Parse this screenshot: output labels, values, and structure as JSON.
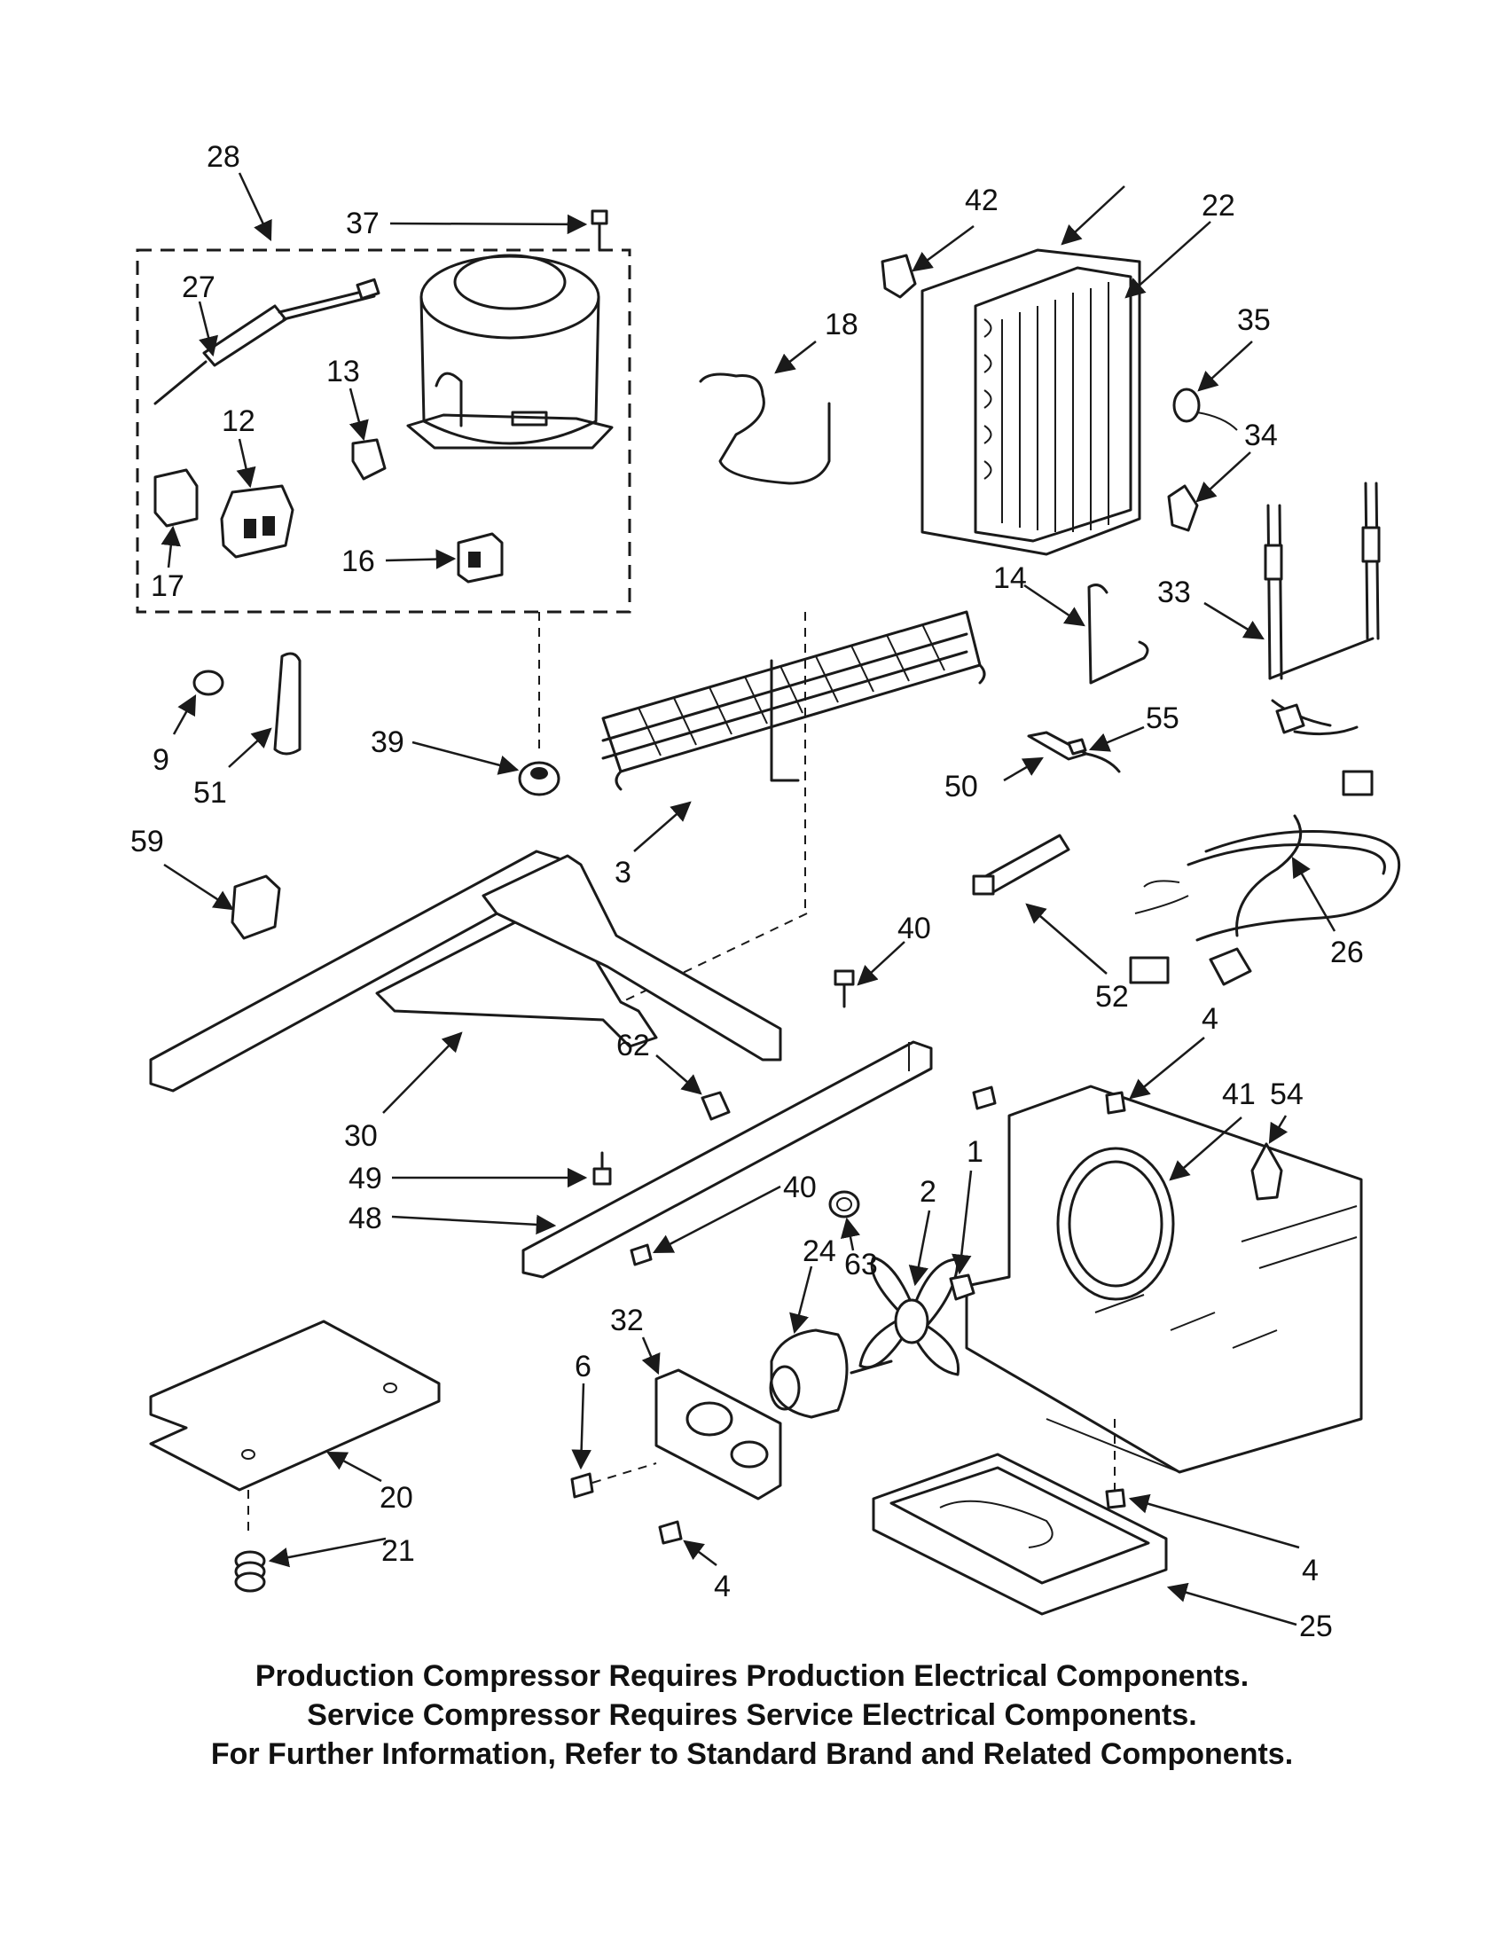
{
  "diagram": {
    "parts": [
      {
        "id": "28"
      },
      {
        "id": "37"
      },
      {
        "id": "27"
      },
      {
        "id": "13"
      },
      {
        "id": "12"
      },
      {
        "id": "17"
      },
      {
        "id": "16"
      },
      {
        "id": "42"
      },
      {
        "id": "22"
      },
      {
        "id": "18"
      },
      {
        "id": "35"
      },
      {
        "id": "34"
      },
      {
        "id": "14"
      },
      {
        "id": "33"
      },
      {
        "id": "9"
      },
      {
        "id": "51"
      },
      {
        "id": "39"
      },
      {
        "id": "55"
      },
      {
        "id": "50"
      },
      {
        "id": "59"
      },
      {
        "id": "3"
      },
      {
        "id": "40"
      },
      {
        "id": "52"
      },
      {
        "id": "26"
      },
      {
        "id": "62"
      },
      {
        "id": "4"
      },
      {
        "id": "41"
      },
      {
        "id": "54"
      },
      {
        "id": "30"
      },
      {
        "id": "49"
      },
      {
        "id": "40"
      },
      {
        "id": "48"
      },
      {
        "id": "2"
      },
      {
        "id": "1"
      },
      {
        "id": "24"
      },
      {
        "id": "63"
      },
      {
        "id": "32"
      },
      {
        "id": "6"
      },
      {
        "id": "20"
      },
      {
        "id": "21"
      },
      {
        "id": "4"
      },
      {
        "id": "4"
      },
      {
        "id": "25"
      }
    ]
  },
  "notes": [
    "Production Compressor Requires Production Electrical Components.",
    "Service Compressor Requires Service Electrical Components.",
    "For Further Information, Refer to Standard Brand and Related Components."
  ]
}
